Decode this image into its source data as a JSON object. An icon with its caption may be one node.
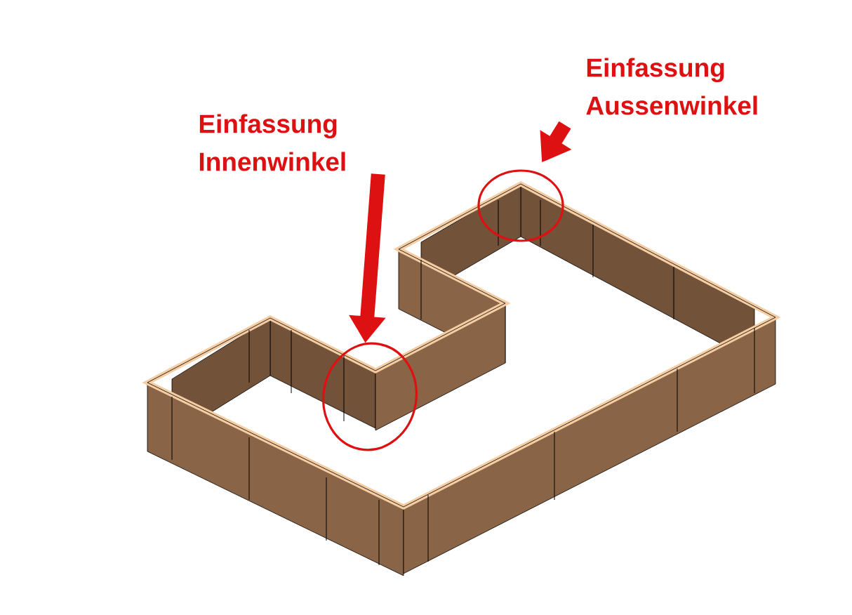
{
  "diagram": {
    "nodes": [
      {
        "text": [
          "Einfassung Innenwinkel"
        ]
      },
      {
        "text": [],
        "shape": "circle"
      },
      {
        "text": [
          "Einfassung Aussenwinkel"
        ]
      },
      {
        "text": [],
        "shape": "circle"
      }
    ],
    "edges": [
      {
        "from": 0,
        "to": 1,
        "arrow": "to"
      },
      {
        "from": 2,
        "to": 3,
        "arrow": "to"
      }
    ]
  }
}
